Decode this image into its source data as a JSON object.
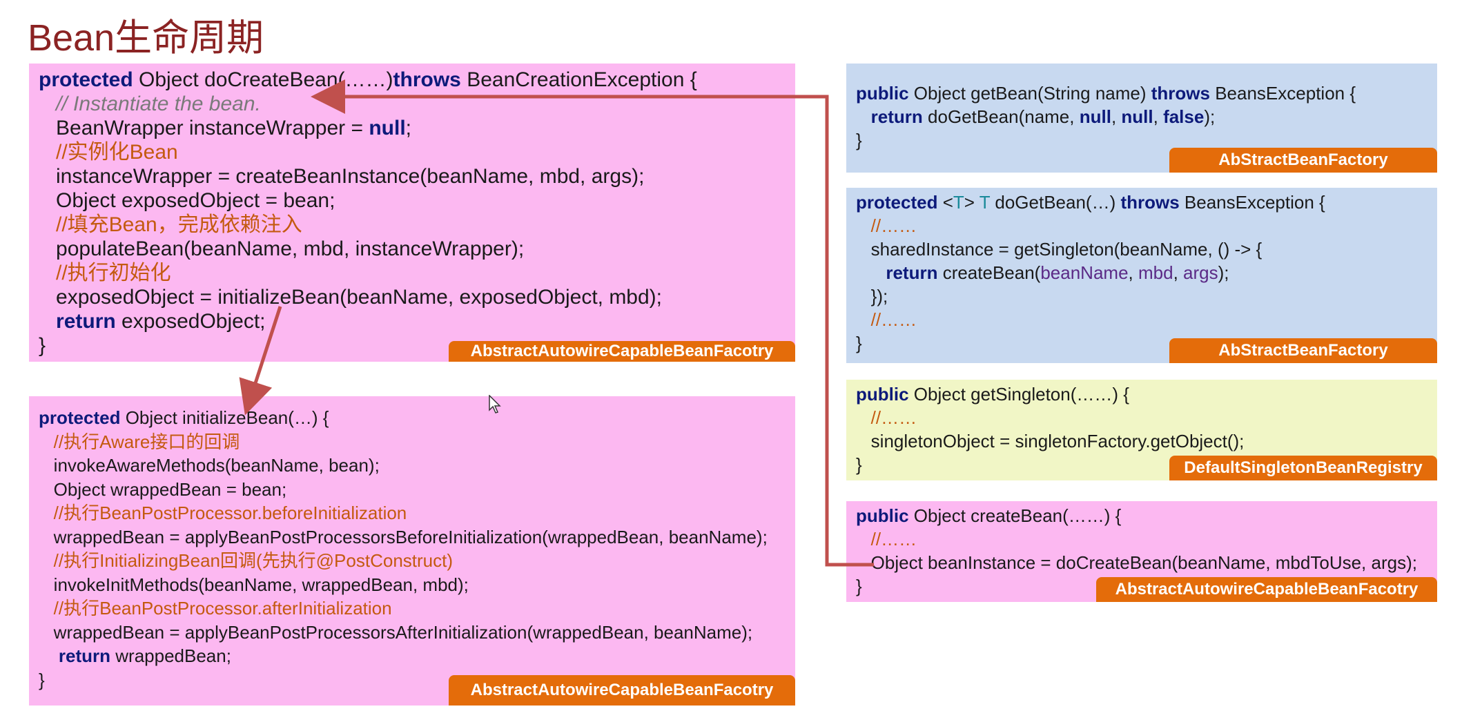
{
  "title": "Bean生命周期",
  "box1": {
    "lines": [
      [
        {
          "t": "protected",
          "s": "kw"
        },
        {
          "t": " Object doCreateBean(……)"
        },
        {
          "t": "throws",
          "s": "kw"
        },
        {
          "t": " BeanCreationException {"
        }
      ],
      [
        {
          "t": "   // Instantiate the bean.",
          "s": "cm-i"
        }
      ],
      [
        {
          "t": "   BeanWrapper instanceWrapper = "
        },
        {
          "t": "null",
          "s": "kw"
        },
        {
          "t": ";"
        }
      ],
      [
        {
          "t": "   //实例化Bean",
          "s": "cm"
        }
      ],
      [
        {
          "t": "   instanceWrapper = createBeanInstance(beanName, mbd, args);"
        }
      ],
      [
        {
          "t": "   Object exposedObject = bean;"
        }
      ],
      [
        {
          "t": "   //填充Bean，完成依赖注入",
          "s": "cm"
        }
      ],
      [
        {
          "t": "   populateBean(beanName, mbd, instanceWrapper);"
        }
      ],
      [
        {
          "t": "   //执行初始化",
          "s": "cm"
        }
      ],
      [
        {
          "t": "   exposedObject = initializeBean(beanName, exposedObject, mbd);"
        }
      ],
      [
        {
          "t": "   "
        },
        {
          "t": "return",
          "s": "kw"
        },
        {
          "t": " exposedObject;"
        }
      ],
      [
        {
          "t": "}"
        }
      ]
    ],
    "label": "AbstractAutowireCapableBeanFacotry"
  },
  "box2": {
    "lines": [
      [
        {
          "t": "protected",
          "s": "kw"
        },
        {
          "t": " Object initializeBean(…) {"
        }
      ],
      [
        {
          "t": "   //执行Aware接口的回调",
          "s": "cm"
        }
      ],
      [
        {
          "t": "   invokeAwareMethods(beanName, bean);"
        }
      ],
      [
        {
          "t": "   Object wrappedBean = bean;"
        }
      ],
      [
        {
          "t": "   //执行BeanPostProcessor.beforeInitialization",
          "s": "cm"
        }
      ],
      [
        {
          "t": "   wrappedBean = applyBeanPostProcessorsBeforeInitialization(wrappedBean, beanName);"
        }
      ],
      [
        {
          "t": "   //执行InitializingBean回调(先执行@PostConstruct)",
          "s": "cm"
        }
      ],
      [
        {
          "t": "   invokeInitMethods(beanName, wrappedBean, mbd);"
        }
      ],
      [
        {
          "t": "   //执行BeanPostProcessor.afterInitialization",
          "s": "cm"
        }
      ],
      [
        {
          "t": "   wrappedBean = applyBeanPostProcessorsAfterInitialization(wrappedBean, beanName);"
        }
      ],
      [
        {
          "t": "    "
        },
        {
          "t": "return",
          "s": "kw"
        },
        {
          "t": " wrappedBean;"
        }
      ],
      [
        {
          "t": "}"
        }
      ]
    ],
    "label": "AbstractAutowireCapableBeanFacotry"
  },
  "box3": {
    "lines": [
      [
        {
          "t": "public",
          "s": "kw"
        },
        {
          "t": " Object getBean(String name) "
        },
        {
          "t": "throws",
          "s": "kw"
        },
        {
          "t": " BeansException {"
        }
      ],
      [
        {
          "t": "   "
        },
        {
          "t": "return",
          "s": "kw"
        },
        {
          "t": " doGetBean(name, "
        },
        {
          "t": "null",
          "s": "kw"
        },
        {
          "t": ", "
        },
        {
          "t": "null",
          "s": "kw"
        },
        {
          "t": ", "
        },
        {
          "t": "false",
          "s": "kw"
        },
        {
          "t": ");"
        }
      ],
      [
        {
          "t": "}"
        }
      ]
    ],
    "label": "AbStractBeanFactory"
  },
  "box4": {
    "lines": [
      [
        {
          "t": "protected",
          "s": "kw"
        },
        {
          "t": " <"
        },
        {
          "t": "T",
          "s": "tp"
        },
        {
          "t": "> "
        },
        {
          "t": "T",
          "s": "tp"
        },
        {
          "t": " doGetBean(…) "
        },
        {
          "t": "throws",
          "s": "kw"
        },
        {
          "t": " BeansException {"
        }
      ],
      [
        {
          "t": "   //……",
          "s": "cm"
        }
      ],
      [
        {
          "t": "   sharedInstance = getSingleton(beanName, () -> {"
        }
      ],
      [
        {
          "t": "      "
        },
        {
          "t": "return",
          "s": "kw"
        },
        {
          "t": " createBean("
        },
        {
          "t": "beanName",
          "s": "pm"
        },
        {
          "t": ", "
        },
        {
          "t": "mbd",
          "s": "pm"
        },
        {
          "t": ", "
        },
        {
          "t": "args",
          "s": "pm"
        },
        {
          "t": ");"
        }
      ],
      [
        {
          "t": "   });"
        }
      ],
      [
        {
          "t": "   //……",
          "s": "cm"
        }
      ],
      [
        {
          "t": "}"
        }
      ]
    ],
    "label": "AbStractBeanFactory"
  },
  "box5": {
    "lines": [
      [
        {
          "t": "public",
          "s": "kw"
        },
        {
          "t": " Object getSingleton(……) {"
        }
      ],
      [
        {
          "t": "   //……",
          "s": "cm"
        }
      ],
      [
        {
          "t": "   singletonObject = singletonFactory.getObject();"
        }
      ],
      [
        {
          "t": "}"
        }
      ]
    ],
    "label": "DefaultSingletonBeanRegistry"
  },
  "box6": {
    "lines": [
      [
        {
          "t": "public",
          "s": "kw"
        },
        {
          "t": " Object createBean(……) {"
        }
      ],
      [
        {
          "t": "   //……",
          "s": "cm"
        }
      ],
      [
        {
          "t": "   Object beanInstance = doCreateBean(beanName, mbdToUse, args);"
        }
      ],
      [
        {
          "t": "}"
        }
      ]
    ],
    "label": "AbstractAutowireCapableBeanFacotry"
  },
  "colors": {
    "title": "#8b2323",
    "pink": "#fcb8f1",
    "blue": "#c8d9f0",
    "yellow": "#f1f6c6",
    "label": "#e46c0a",
    "keyword": "#0d1a7a",
    "comment": "#c45a10",
    "arrow": "#c0504d"
  },
  "icons": [
    "mouse-cursor-icon"
  ]
}
